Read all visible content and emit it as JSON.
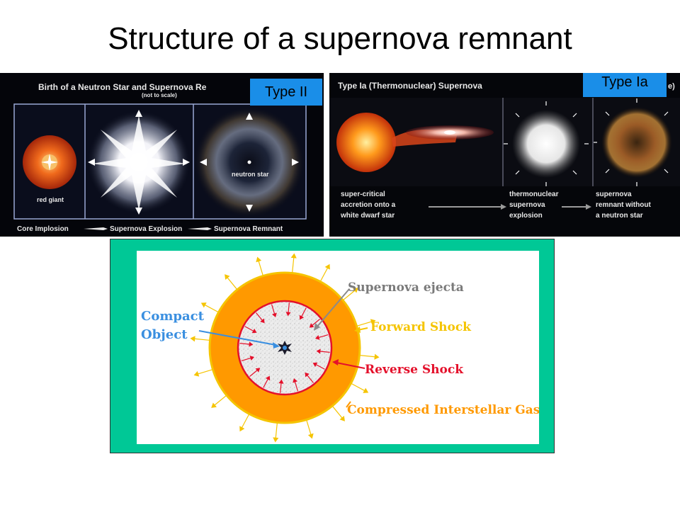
{
  "slide": {
    "title": "Structure of a supernova remnant"
  },
  "type2_panel": {
    "badge": "Type II",
    "heading": "Birth of a Neutron Star and Supernova Re",
    "subheading": "(not to scale)",
    "label_red_giant": "red giant",
    "label_neutron_star": "neutron star",
    "caption_1": "Core Implosion",
    "caption_2": "Supernova Explosion",
    "caption_3": "Supernova Remnant"
  },
  "type1a_panel": {
    "badge": "Type Ia",
    "heading": "Type Ia (Thermonuclear) Supernova",
    "heading_tail": "e)",
    "caption_1": [
      "super-critical",
      "accretion onto a",
      "white dwarf star"
    ],
    "caption_2": [
      "thermonuclear",
      "supernova",
      "explosion"
    ],
    "caption_3": [
      "supernova",
      "remnant without",
      "a neutron star"
    ]
  },
  "diagram": {
    "label_ejecta": "Supernova ejecta",
    "label_compact_1": "Compact",
    "label_compact_2": "Object",
    "label_forward": "Forward Shock",
    "label_reverse": "Reverse Shock",
    "label_gas": "Compressed Interstellar Gas",
    "colors": {
      "frame": "#00c896",
      "shell": "#ff9900",
      "reverse_shock": "#e4102b",
      "forward_shock": "#f5c400",
      "compact_label": "#3a8fe0",
      "ejecta_label": "#7a7a7a"
    }
  }
}
